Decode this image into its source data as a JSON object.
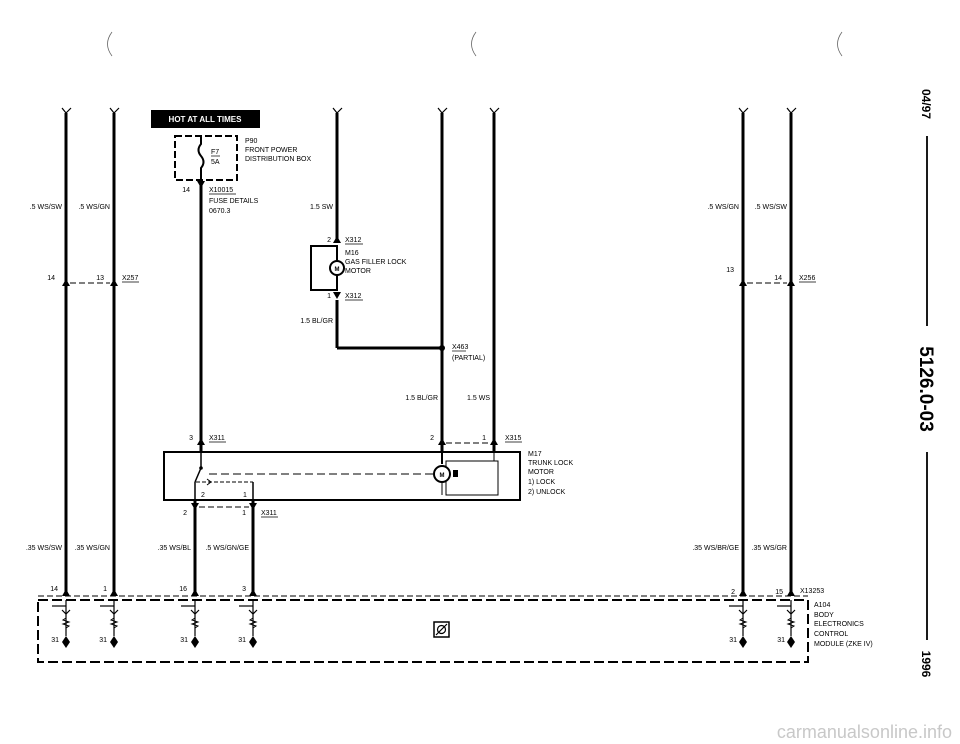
{
  "header_banner": "HOT AT ALL TIMES",
  "components": {
    "p90": {
      "id": "P90",
      "name": "FRONT POWER",
      "name2": "DISTRIBUTION BOX",
      "fuse": "F7",
      "rating": "5A"
    },
    "x10015": {
      "pin": "14",
      "id": "X10015",
      "desc": "FUSE DETAILS",
      "ref": "0670.3"
    },
    "m16": {
      "id": "M16",
      "name": "GAS FILLER LOCK",
      "name2": "MOTOR",
      "pin_top": "2",
      "conn_top": "X312",
      "pin_bot": "1",
      "conn_bot": "X312"
    },
    "x463": {
      "id": "X463",
      "note": "(PARTIAL)"
    },
    "m17": {
      "id": "M17",
      "name": "TRUNK LOCK",
      "name2": "MOTOR",
      "mode1": "1)  LOCK",
      "mode2": "2)  UNLOCK"
    },
    "x311": {
      "pin": "3",
      "id": "X311",
      "inner_pin_a": "2",
      "inner_pin_b": "1",
      "bot_pin_a": "2",
      "bot_pin_b": "1",
      "bot_id": "X311"
    },
    "x315": {
      "pin_a": "2",
      "pin_b": "1",
      "id": "X315"
    },
    "x257": {
      "pin_a": "14",
      "pin_b": "13",
      "id": "X257"
    },
    "x256": {
      "pin_a": "13",
      "pin_b": "14",
      "id": "X256"
    },
    "x13253": {
      "id": "X13253",
      "pins": [
        "14",
        "1",
        "16",
        "3",
        "2",
        "15"
      ]
    },
    "a104": {
      "id": "A104",
      "line1": "BODY",
      "line2": "ELECTRONICS",
      "line3": "CONTROL",
      "line4": "MODULE (ZKE IV)",
      "ground_pin": "31"
    }
  },
  "wires": {
    "w1": ".5 WS/SW",
    "w2": ".5 WS/GN",
    "w3": "1.5 SW",
    "w4": "1.5 BL/GR",
    "w5": "1.5 BL/GR",
    "w6": "1.5 WS",
    "w7": ".5 WS/GN",
    "w8": ".5 WS/SW",
    "w9": ".35 WS/SW",
    "w10": ".35 WS/GN",
    "w11": ".35 WS/BL",
    "w12": ".5 WS/GN/GE",
    "w13": ".35 WS/BR/GE",
    "w14": ".35 WS/GR"
  },
  "side_text": {
    "date": "04/97",
    "code": "5126.0-03",
    "year": "1996"
  },
  "watermark": "carmanualsonline.info"
}
